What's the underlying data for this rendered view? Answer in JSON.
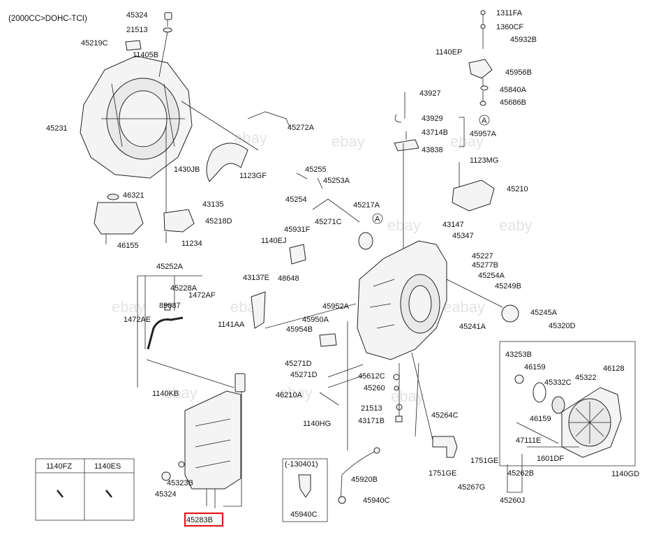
{
  "header": {
    "engine_spec": "(2000CC>DOHC-TCI)"
  },
  "watermarks": [
    "ebay",
    "ebay",
    "ebay",
    "eaby",
    "ebay",
    "ebay",
    "ebay",
    "ebay",
    "ebay",
    "eabay",
    "ebay"
  ],
  "labels": {
    "l45324a": "45324",
    "l21513a": "21513",
    "l45219C": "45219C",
    "l11405B": "11405B",
    "l45231": "45231",
    "l45272A": "45272A",
    "l1430JB": "1430JB",
    "l1123GF": "1123GF",
    "l43135": "43135",
    "l46321": "46321",
    "l45218D": "45218D",
    "l46155": "46155",
    "l11234": "11234",
    "l1311FA": "1311FA",
    "l1360CF": "1360CF",
    "l45932B": "45932B",
    "l1140EP": "1140EP",
    "l45956B": "45956B",
    "l45840A": "45840A",
    "l45686B": "45686B",
    "lA1": "A",
    "l43927": "43927",
    "l43929": "43929",
    "l43714B": "43714B",
    "l45957A": "45957A",
    "l43838": "43838",
    "l1123MG": "1123MG",
    "l45210": "45210",
    "l45255": "45255",
    "l45253A": "45253A",
    "l45254": "45254",
    "l45217A": "45217A",
    "l45271C": "45271C",
    "lA2": "A",
    "l43147": "43147",
    "l45347": "45347",
    "l45931F": "45931F",
    "l1140EJ": "1140EJ",
    "l48648": "48648",
    "l45227": "45227",
    "l45277B": "45277B",
    "l45254A": "45254A",
    "l45249B": "45249B",
    "l43137E": "43137E",
    "l45952A": "45952A",
    "l1141AA": "1141AA",
    "l45950A": "45950A",
    "l45954B": "45954B",
    "l45245A": "45245A",
    "l45241A": "45241A",
    "l45320D": "45320D",
    "l45252A": "45252A",
    "l45228A": "45228A",
    "l89087": "89087",
    "l1472AF": "1472AF",
    "l1472AE": "1472AE",
    "l45271Da": "45271D",
    "l45271Db": "45271D",
    "l45612C": "45612C",
    "l45260": "45260",
    "l46210A": "46210A",
    "l21513b": "21513",
    "l43171B": "43171B",
    "l1140HG": "1140HG",
    "l43253B": "43253B",
    "l46159a": "46159",
    "l45332C": "45332C",
    "l45322": "45322",
    "l46128": "46128",
    "l46159b": "46159",
    "l47111E": "47111E",
    "l1601DF": "1601DF",
    "l1140GD": "1140GD",
    "l45264C": "45264C",
    "l1751GE": "1751GE",
    "l1751GEb": "1751GE",
    "l45267G": "45267G",
    "l45262B": "45262B",
    "l45260J": "45260J",
    "l1140KB": "1140KB",
    "l45323B": "45323B",
    "l45324b": "45324",
    "l45283B": "45283B",
    "l130401": "(-130401)",
    "l45920B": "45920B",
    "l45940C": "45940C",
    "l45940Cb": "45940C"
  },
  "fastener_table": {
    "headers": [
      "1140FZ",
      "1140ES"
    ]
  }
}
